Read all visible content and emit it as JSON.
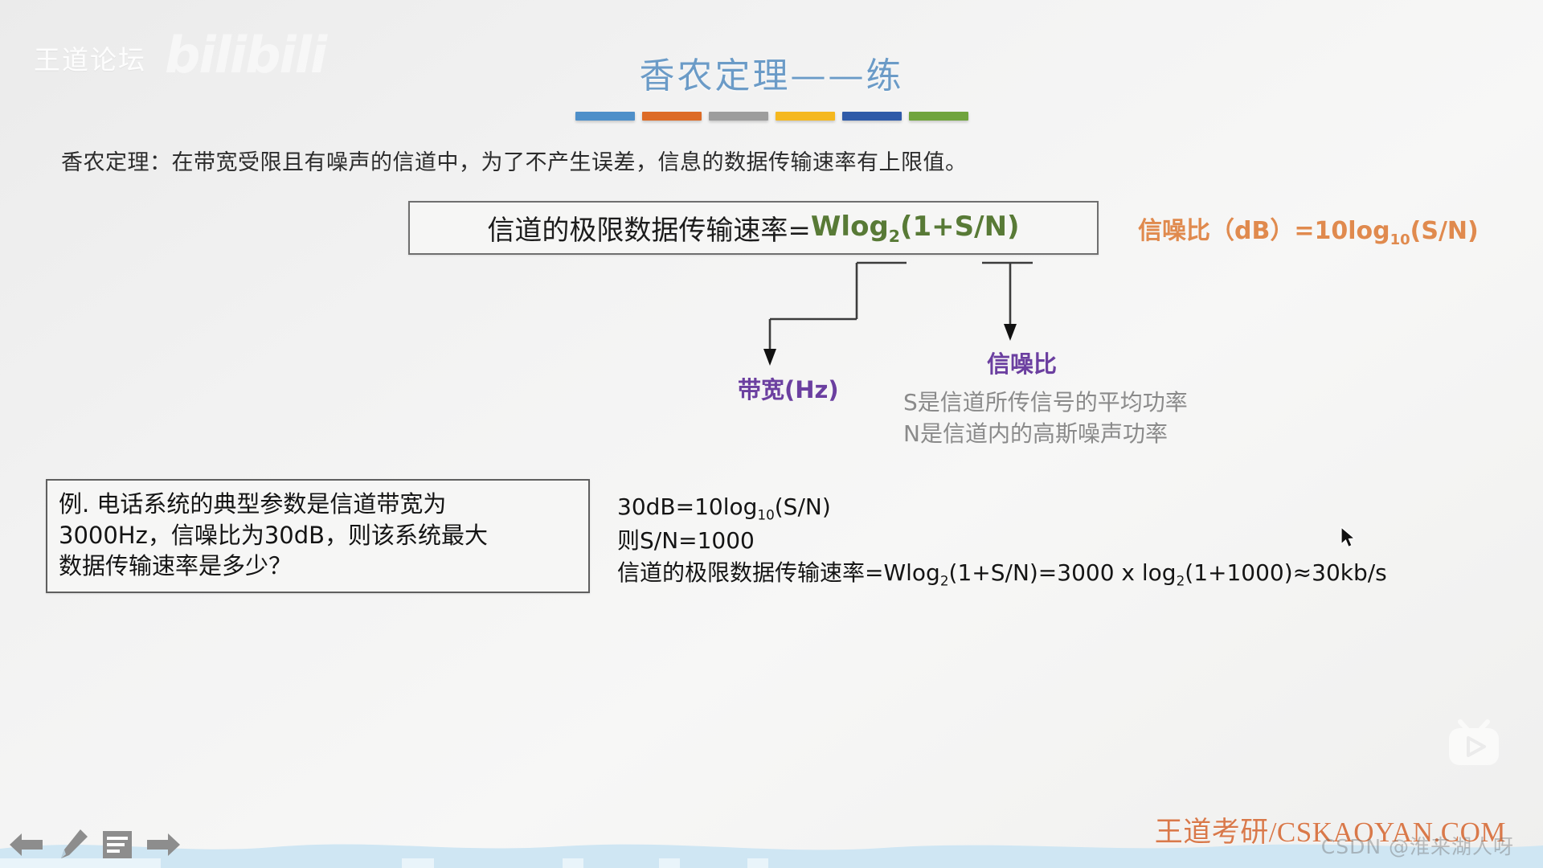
{
  "watermarks": {
    "top_left": "王道论坛",
    "bilibili": "bilibili",
    "csdn": "CSDN @淮来湖人呀",
    "tv_icon": "bilibili-tv-icon"
  },
  "title": {
    "text": "香农定理——练",
    "color": "#6b9bc7",
    "bars": [
      {
        "name": "bar-blue",
        "color": "#4e8fc9"
      },
      {
        "name": "bar-orange",
        "color": "#dd6b26"
      },
      {
        "name": "bar-gray",
        "color": "#9d9d9d"
      },
      {
        "name": "bar-yellow",
        "color": "#f5b820"
      },
      {
        "name": "bar-darkblue",
        "color": "#2f5aa8"
      },
      {
        "name": "bar-green",
        "color": "#70a43d"
      }
    ]
  },
  "subtitle": "香农定理：在带宽受限且有噪声的信道中，为了不产生误差，信息的数据传输速率有上限值。",
  "formula": {
    "chinese_part": "信道的极限数据传输速率=",
    "expr_prefix": "Wlog",
    "expr_sub": "2",
    "expr_suffix": "(1+S/N)",
    "expr_color": "#587a36"
  },
  "snr_formula": {
    "prefix": "信噪比（dB）=10log",
    "sub": "10",
    "suffix": "(S/N)",
    "color": "#e08a4e"
  },
  "callouts": {
    "bandwidth_label": "带宽(Hz)",
    "snr_label": "信噪比",
    "color": "#6b3fa0"
  },
  "notes": {
    "line1": "S是信道所传信号的平均功率",
    "line2": "N是信道内的高斯噪声功率",
    "color": "#8a8a8a"
  },
  "example": {
    "line1": "例. 电话系统的典型参数是信道带宽为",
    "line2": "3000Hz，信噪比为30dB，则该系统最大",
    "line3": "数据传输速率是多少？"
  },
  "solution": {
    "line1_prefix": "30dB=10log",
    "line1_sub": "10",
    "line1_suffix": "(S/N)",
    "line2": "则S/N=1000",
    "line3_a": "信道的极限数据传输速率=Wlog",
    "line3_sub1": "2",
    "line3_b": "(1+S/N)=3000 x log",
    "line3_sub2": "2",
    "line3_c": "(1+1000)≈30kb/s"
  },
  "bottom_bar": {
    "icons": [
      {
        "name": "previous-slide-icon",
        "glyph": "arrow-left"
      },
      {
        "name": "pen-annotation-icon",
        "glyph": "pencil"
      },
      {
        "name": "notes-icon",
        "glyph": "note"
      },
      {
        "name": "next-slide-icon",
        "glyph": "arrow-right"
      }
    ],
    "brand": "王道考研/CSKAOYAN.COM",
    "brand_color": "#d9794a",
    "wave_color": "#cfe6f3"
  }
}
